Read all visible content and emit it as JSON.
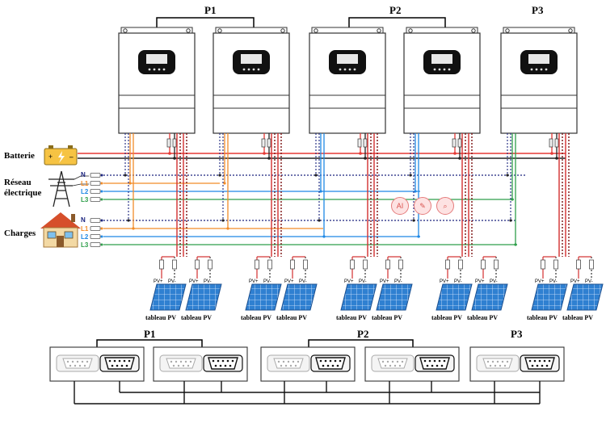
{
  "groups": {
    "p1": "P1",
    "p2": "P2",
    "p3": "P3"
  },
  "labels": {
    "battery": "Batterie",
    "grid_line1": "Réseau",
    "grid_line2": "électrique",
    "loads": "Charges",
    "n": "N",
    "l1": "L1",
    "l2": "L2",
    "l3": "L3",
    "pv_plus": "PV+",
    "pv_minus": "PV-",
    "pv_array": "tableau PV"
  },
  "colors": {
    "battery_pos": "#e53935",
    "battery_neg": "#222222",
    "n": "#1a237e",
    "l1": "#f28c28",
    "l2": "#1e88e5",
    "l3": "#2e9e4a",
    "pv": "#d32f2f",
    "panel": "#2f80d1"
  },
  "icons": [
    "battery-icon",
    "transmission-tower-icon",
    "house-icon",
    "ai-icon",
    "pen-icon",
    "search-icon"
  ]
}
